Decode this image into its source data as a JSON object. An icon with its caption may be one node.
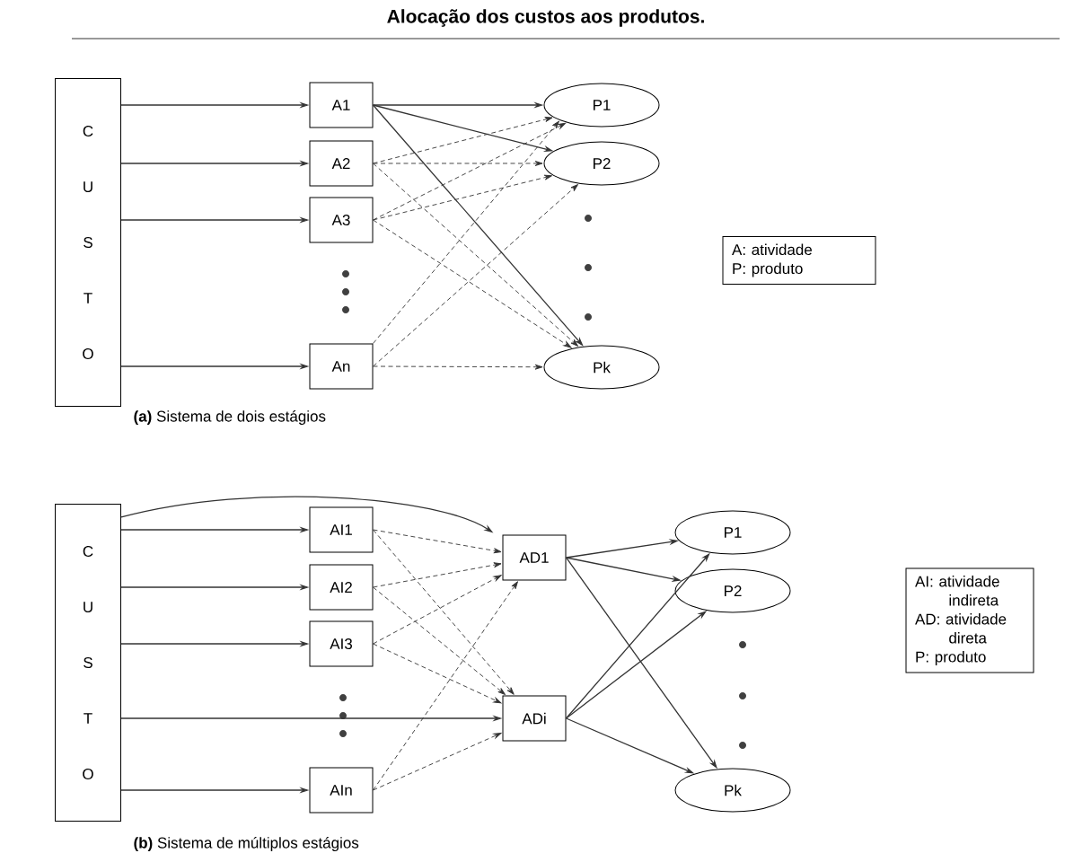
{
  "diagram": {
    "title": "Alocação dos custos aos produtos.",
    "nodes": [
      {
        "text": [
          "C U S T O"
        ]
      },
      {
        "text": [
          "A1"
        ]
      },
      {
        "text": [
          "A2"
        ]
      },
      {
        "text": [
          "A3"
        ]
      },
      {
        "text": [
          "An"
        ]
      },
      {
        "text": [
          "P1"
        ]
      },
      {
        "text": [
          "P2"
        ]
      },
      {
        "text": [
          "Pk"
        ]
      },
      {
        "text": [
          "A: atividade",
          "P: produto"
        ]
      },
      {
        "text": [
          "C U S T O"
        ]
      },
      {
        "text": [
          "AI1"
        ]
      },
      {
        "text": [
          "AI2"
        ]
      },
      {
        "text": [
          "AI3"
        ]
      },
      {
        "text": [
          "AIn"
        ]
      },
      {
        "text": [
          "AD1"
        ]
      },
      {
        "text": [
          "ADi"
        ]
      },
      {
        "text": [
          "P1"
        ]
      },
      {
        "text": [
          "P2"
        ]
      },
      {
        "text": [
          "Pk"
        ]
      },
      {
        "text": [
          "AI: atividade indireta",
          "AD: atividade direta",
          "P: produto"
        ]
      }
    ],
    "edges": [
      {
        "from": 0,
        "to": 1,
        "arrow": "to"
      },
      {
        "from": 0,
        "to": 2,
        "arrow": "to"
      },
      {
        "from": 0,
        "to": 3,
        "arrow": "to"
      },
      {
        "from": 0,
        "to": 4,
        "arrow": "to"
      },
      {
        "from": 1,
        "to": 5,
        "arrow": "to"
      },
      {
        "from": 1,
        "to": 6,
        "arrow": "to"
      },
      {
        "from": 1,
        "to": 7,
        "arrow": "to"
      },
      {
        "from": 2,
        "to": 5,
        "arrow": "to",
        "style": "dashed"
      },
      {
        "from": 2,
        "to": 6,
        "arrow": "to",
        "style": "dashed"
      },
      {
        "from": 2,
        "to": 7,
        "arrow": "to",
        "style": "dashed"
      },
      {
        "from": 3,
        "to": 5,
        "arrow": "to",
        "style": "dashed"
      },
      {
        "from": 3,
        "to": 6,
        "arrow": "to",
        "style": "dashed"
      },
      {
        "from": 3,
        "to": 7,
        "arrow": "to",
        "style": "dashed"
      },
      {
        "from": 4,
        "to": 5,
        "arrow": "to",
        "style": "dashed"
      },
      {
        "from": 4,
        "to": 6,
        "arrow": "to",
        "style": "dashed"
      },
      {
        "from": 4,
        "to": 7,
        "arrow": "to",
        "style": "dashed"
      },
      {
        "from": 9,
        "to": 10,
        "arrow": "to"
      },
      {
        "from": 9,
        "to": 11,
        "arrow": "to"
      },
      {
        "from": 9,
        "to": 12,
        "arrow": "to"
      },
      {
        "from": 9,
        "to": 13,
        "arrow": "to"
      },
      {
        "from": 9,
        "to": 14,
        "arrow": "to"
      },
      {
        "from": 9,
        "to": 15,
        "arrow": "to"
      },
      {
        "from": 10,
        "to": 14,
        "arrow": "to",
        "style": "dashed"
      },
      {
        "from": 10,
        "to": 15,
        "arrow": "to",
        "style": "dashed"
      },
      {
        "from": 11,
        "to": 14,
        "arrow": "to",
        "style": "dashed"
      },
      {
        "from": 11,
        "to": 15,
        "arrow": "to",
        "style": "dashed"
      },
      {
        "from": 12,
        "to": 14,
        "arrow": "to",
        "style": "dashed"
      },
      {
        "from": 12,
        "to": 15,
        "arrow": "to",
        "style": "dashed"
      },
      {
        "from": 13,
        "to": 14,
        "arrow": "to",
        "style": "dashed"
      },
      {
        "from": 13,
        "to": 15,
        "arrow": "to",
        "style": "dashed"
      },
      {
        "from": 14,
        "to": 16,
        "arrow": "to"
      },
      {
        "from": 14,
        "to": 17,
        "arrow": "to"
      },
      {
        "from": 14,
        "to": 18,
        "arrow": "to"
      },
      {
        "from": 15,
        "to": 16,
        "arrow": "to"
      },
      {
        "from": 15,
        "to": 17,
        "arrow": "to"
      },
      {
        "from": 15,
        "to": 18,
        "arrow": "to"
      }
    ],
    "labels": [
      "**(a)** Sistema de dois estágios",
      "**(b)** Sistema de múltiplos estágios"
    ]
  }
}
